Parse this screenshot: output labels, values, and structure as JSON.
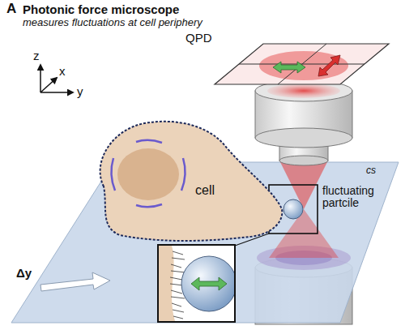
{
  "diagram": {
    "title": "Photonic force microscope",
    "nodes": [
      {
        "text": [
          "QPD"
        ]
      },
      {
        "text": [
          "cell"
        ]
      }
    ],
    "labels": [
      "A",
      "measures fluctuations at cell periphery",
      "z",
      "x",
      "y",
      "cs",
      "Δy",
      "fluctuating partcile"
    ]
  }
}
